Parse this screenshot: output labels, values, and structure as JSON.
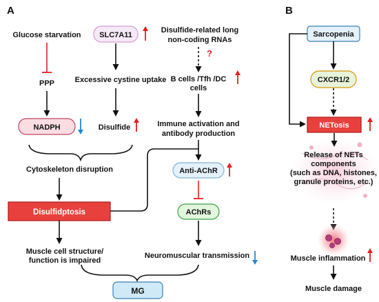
{
  "colors": {
    "red": "#e02020",
    "blue": "#1e88d6",
    "black": "#111111",
    "pink_fill": "#f9dde3",
    "pink_stroke": "#c0455f",
    "lavender_fill": "#f6e9f7",
    "lavender_stroke": "#d79bd4",
    "red_fill": "#e8413d",
    "red_stroke": "#a81b1b",
    "lightblue_fill": "#e4f1fb",
    "lightblue_stroke": "#7fb2d6",
    "green_fill": "#e2f5dd",
    "green_stroke": "#3aa14a",
    "skyblue_fill": "#cfe9f7",
    "skyblue_stroke": "#3a7fb0",
    "gold_fill": "#e7f4d9",
    "gold_stroke": "#d9a52b",
    "glow": "#f06a74"
  },
  "panel_a": {
    "label": "A",
    "glucose_starvation": "Glucose starvation",
    "ppp": "PPP",
    "nadph": "NADPH",
    "slc7a11": "SLC7A11",
    "cystine_uptake": "Excessive cystine uptake",
    "disulfide": "Disulfide",
    "cytoskeleton": "Cytoskeleton disruption",
    "disulfidptosis": "Disulfidptosis",
    "muscle_cell_line1": "Muscle cell structure/",
    "muscle_cell_line2": "function is impaired",
    "lncrna_line1": "Disulfide-related long",
    "lncrna_line2": "non-coding RNAs",
    "question_mark": "?",
    "bcells_line1": "B cells /Tfh /DC",
    "bcells_line2": "cells",
    "immune_line1": "Immune activation and",
    "immune_line2": "antibody production",
    "anti_achr": "Anti-AChR",
    "achrs": "AChRs",
    "neuromuscular": "Neuromuscular transmission",
    "mg": "MG"
  },
  "panel_b": {
    "label": "B",
    "sarcopenia": "Sarcopenia",
    "cxcr": "CXCR1/2",
    "netosis": "NETosis",
    "release_line1": "Release of NETs",
    "release_line2": "components",
    "release_line3": "(such as DNA, histones,",
    "release_line4": "granule proteins, etc.)",
    "inflammation": "Muscle inflammation",
    "damage": "Muscle damage"
  }
}
